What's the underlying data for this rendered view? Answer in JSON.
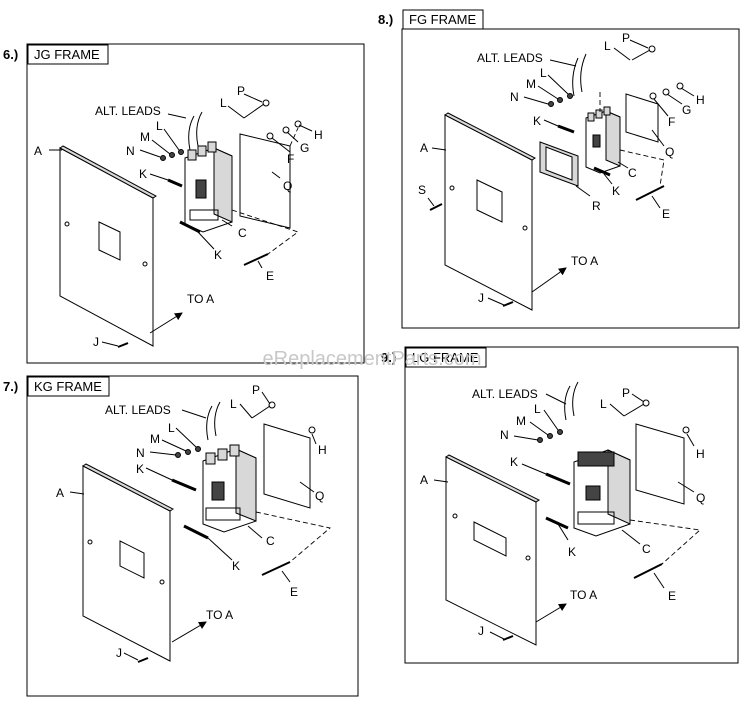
{
  "watermark": "eReplacementParts.com",
  "panels": {
    "jg": {
      "number": "6.)",
      "title": "JG FRAME",
      "labels": {
        "a": "A",
        "j": "J",
        "to_a": "TO A",
        "alt_leads": "ALT. LEADS",
        "n": "N",
        "m": "M",
        "l1": "L",
        "l2": "L",
        "p": "P",
        "k1": "K",
        "k2": "K",
        "c": "C",
        "q": "Q",
        "f": "F",
        "g": "G",
        "h": "H",
        "e": "E"
      }
    },
    "fg": {
      "number": "8.)",
      "title": "FG FRAME",
      "labels": {
        "a": "A",
        "j": "J",
        "to_a": "TO A",
        "alt_leads": "ALT. LEADS",
        "n": "N",
        "m": "M",
        "l1": "L",
        "l2": "L",
        "p": "P",
        "k1": "K",
        "k2": "K",
        "c": "C",
        "q": "Q",
        "f": "F",
        "g": "G",
        "h": "H",
        "e": "E",
        "s": "S",
        "r": "R"
      }
    },
    "kg": {
      "number": "7.)",
      "title": "KG FRAME",
      "labels": {
        "a": "A",
        "j": "J",
        "to_a": "TO A",
        "alt_leads": "ALT. LEADS",
        "n": "N",
        "m": "M",
        "l1": "L",
        "l2": "L",
        "p": "P",
        "k1": "K",
        "k2": "K",
        "c": "C",
        "q": "Q",
        "h": "H",
        "e": "E"
      }
    },
    "lg": {
      "number": "9.)",
      "title": "LG FRAME",
      "labels": {
        "a": "A",
        "j": "J",
        "to_a": "TO A",
        "alt_leads": "ALT. LEADS",
        "n": "N",
        "m": "M",
        "l1": "L",
        "l2": "L",
        "p": "P",
        "k1": "K",
        "k2": "K",
        "c": "C",
        "q": "Q",
        "h": "H",
        "e": "E"
      }
    }
  }
}
